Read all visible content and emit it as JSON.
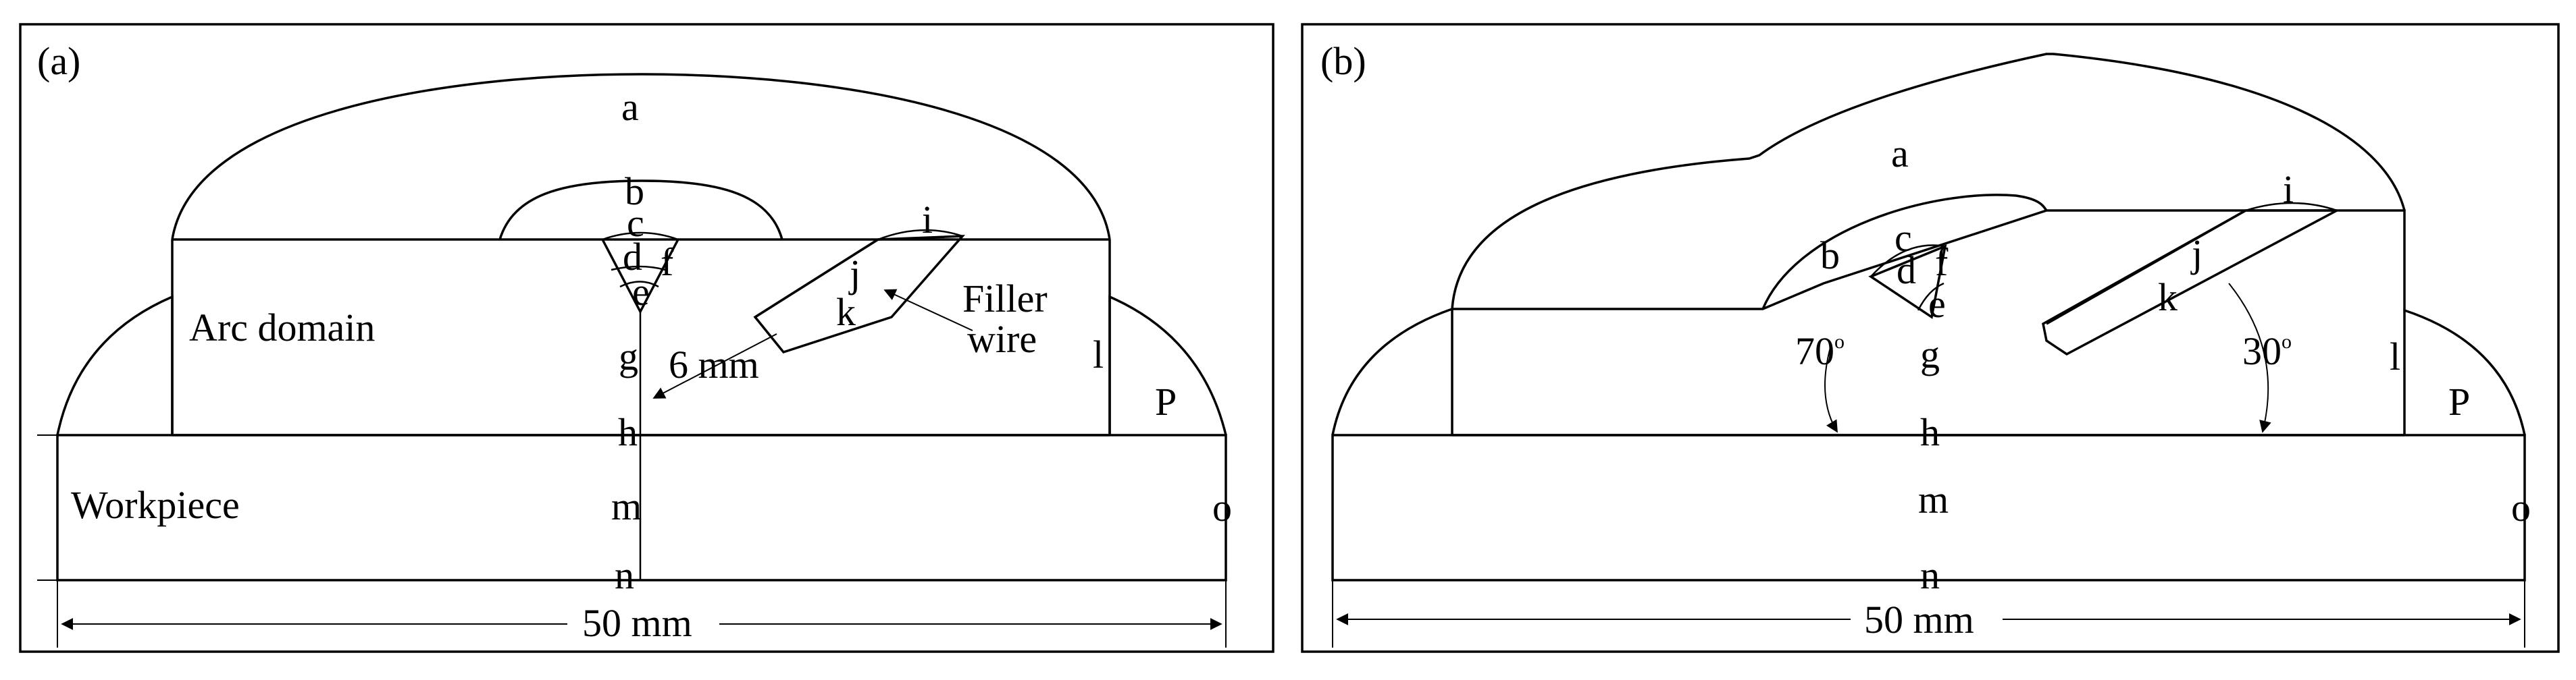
{
  "panel_a": {
    "tag": "(a)",
    "labels": {
      "a": "a",
      "b": "b",
      "c": "c",
      "d": "d",
      "e": "e",
      "f": "f",
      "g": "g",
      "h": "h",
      "i": "i",
      "j": "j",
      "k": "k",
      "l": "l",
      "m": "m",
      "n": "n",
      "o": "o",
      "P": "P"
    },
    "arc_domain": "Arc domain",
    "workpiece": "Workpiece",
    "six_mm": "6 mm",
    "filler_line1": "Filler",
    "filler_line2": "wire",
    "width": "50 mm"
  },
  "panel_b": {
    "tag": "(b)",
    "labels": {
      "a": "a",
      "b": "b",
      "c": "c",
      "d": "d",
      "e": "e",
      "f": "f",
      "g": "g",
      "h": "h",
      "i": "i",
      "j": "j",
      "k": "k",
      "l": "l",
      "m": "m",
      "n": "n",
      "o": "o",
      "P": "P"
    },
    "angle_left": "70",
    "angle_right": "30",
    "degree": "o",
    "width": "50 mm"
  },
  "colors": {
    "line": "#000000",
    "background": "#ffffff"
  }
}
